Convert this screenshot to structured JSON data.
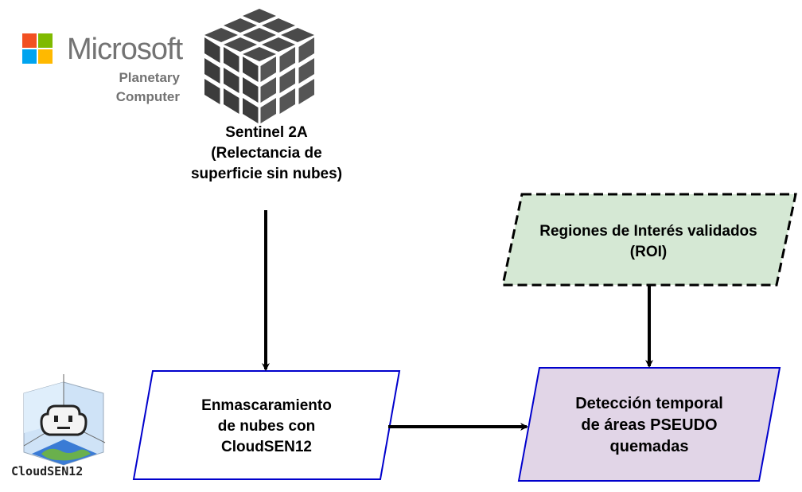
{
  "logos": {
    "microsoft": {
      "word": "Microsoft",
      "subtitle": "Planetary\nComputer",
      "colors": [
        "#f25022",
        "#7fba00",
        "#00a4ef",
        "#ffb900"
      ]
    },
    "cloudsen12": {
      "word": "CloudSEN12"
    }
  },
  "nodes": {
    "sentinel": {
      "label": "Sentinel 2A\n(Relectancia de\nsuperficie sin nubes)"
    },
    "roi": {
      "label": "Regiones de Interés validados\n(ROI)",
      "fill": "#d5e8d4",
      "border": "dashed"
    },
    "mask": {
      "label": "Enmascaramiento\nde nubes con\nCloudSEN12",
      "border_color": "#0000cc"
    },
    "detect": {
      "label": "Detección temporal\nde áreas PSEUDO\nquemadas",
      "fill": "#e1d5e7",
      "border_color": "#0000cc"
    }
  },
  "edges": [
    {
      "from": "sentinel",
      "to": "mask"
    },
    {
      "from": "roi",
      "to": "detect"
    },
    {
      "from": "mask",
      "to": "detect"
    }
  ]
}
